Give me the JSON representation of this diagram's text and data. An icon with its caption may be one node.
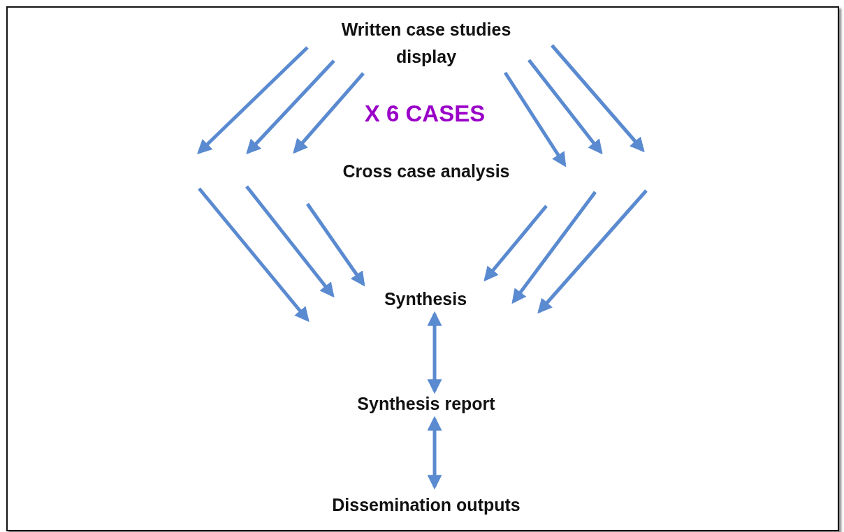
{
  "diagram": {
    "nodes": [
      {
        "text": [
          "Written case studies display"
        ]
      },
      {
        "text": [
          "Cross case analysis"
        ]
      },
      {
        "text": [
          "Synthesis"
        ]
      },
      {
        "text": [
          "Synthesis report"
        ]
      },
      {
        "text": [
          "Dissemination outputs"
        ]
      }
    ],
    "edges": [
      {
        "from": 0,
        "to": null,
        "arrow": "to"
      },
      {
        "from": 0,
        "to": null,
        "arrow": "to"
      },
      {
        "from": 0,
        "to": null,
        "arrow": "to"
      },
      {
        "from": 0,
        "to": null,
        "arrow": "to"
      },
      {
        "from": 0,
        "to": null,
        "arrow": "to"
      },
      {
        "from": 0,
        "to": null,
        "arrow": "to"
      },
      {
        "from": null,
        "to": 2,
        "arrow": "to"
      },
      {
        "from": null,
        "to": 2,
        "arrow": "to"
      },
      {
        "from": null,
        "to": 2,
        "arrow": "to"
      },
      {
        "from": null,
        "to": 2,
        "arrow": "to"
      },
      {
        "from": null,
        "to": 2,
        "arrow": "to"
      },
      {
        "from": null,
        "to": 2,
        "arrow": "to"
      },
      {
        "from": 2,
        "to": 3,
        "arrow": "both"
      },
      {
        "from": 3,
        "to": 4,
        "arrow": "both"
      }
    ],
    "labels": [
      "X 6 CASES"
    ]
  }
}
